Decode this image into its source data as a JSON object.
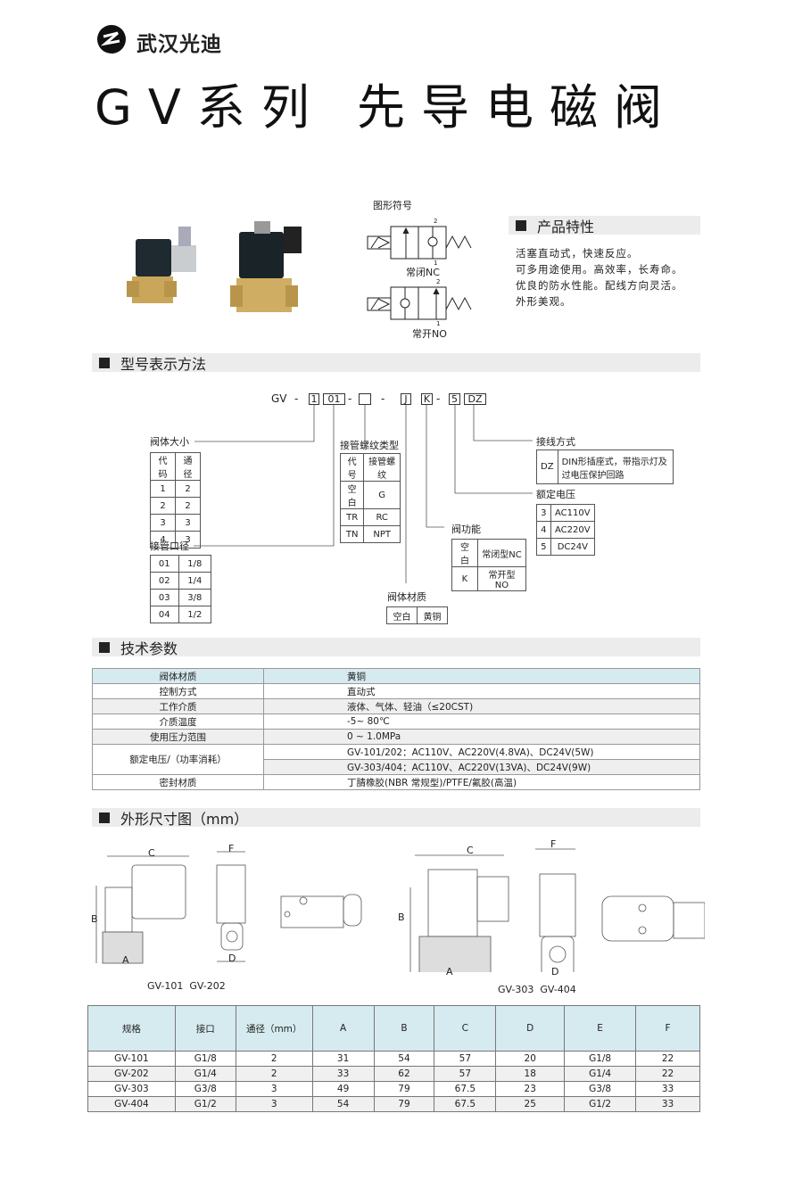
{
  "brand": {
    "name": "武汉光迪"
  },
  "title": "GV系列 先导电磁阀",
  "symbols": {
    "heading": "图形符号",
    "nc_label": "常闭NC",
    "no_label": "常开NO",
    "port_top": "2",
    "port_bottom": "1"
  },
  "features": {
    "heading": "产品特性",
    "lines": [
      "活塞直动式，快速反应。",
      "可多用途使用。高效率，长寿命。",
      "优良的防水性能。配线方向灵活。",
      "外形美观。"
    ]
  },
  "model": {
    "heading": "型号表示方法",
    "code": {
      "prefix": "GV",
      "sep": "-",
      "size": "1",
      "port": "01",
      "thread": "",
      "material": "J",
      "function": "K",
      "voltage": "5",
      "wiring": "DZ"
    },
    "body_size": {
      "label": "阀体大小",
      "headers": [
        "代码",
        "通径"
      ],
      "rows": [
        [
          "1",
          "2"
        ],
        [
          "2",
          "2"
        ],
        [
          "3",
          "3"
        ],
        [
          "4",
          "3"
        ]
      ]
    },
    "port_size": {
      "label": "接管口径",
      "rows": [
        [
          "01",
          "1/8"
        ],
        [
          "02",
          "1/4"
        ],
        [
          "03",
          "3/8"
        ],
        [
          "04",
          "1/2"
        ]
      ]
    },
    "thread_type": {
      "label": "接管螺纹类型",
      "headers": [
        "代号",
        "接管螺纹"
      ],
      "rows": [
        [
          "空白",
          "G"
        ],
        [
          "TR",
          "RC"
        ],
        [
          "TN",
          "NPT"
        ]
      ]
    },
    "body_material": {
      "label": "阀体材质",
      "rows": [
        [
          "空白",
          "黄铜"
        ]
      ]
    },
    "valve_function": {
      "label": "阀功能",
      "rows": [
        [
          "空白",
          "常闭型NC"
        ],
        [
          "K",
          "常开型NO"
        ]
      ]
    },
    "rated_voltage": {
      "label": "额定电压",
      "rows": [
        [
          "3",
          "AC110V"
        ],
        [
          "4",
          "AC220V"
        ],
        [
          "5",
          "DC24V"
        ]
      ]
    },
    "wiring": {
      "label": "接线方式",
      "rows": [
        [
          "DZ",
          "DIN形插座式，带指示灯及过电压保护回路"
        ]
      ]
    }
  },
  "tech": {
    "heading": "技术参数",
    "rows": [
      [
        "阀体材质",
        "黄铜"
      ],
      [
        "控制方式",
        "直动式"
      ],
      [
        "工作介质",
        "液体、气体、轻油（≤20CST)"
      ],
      [
        "介质温度",
        "-5~ 80℃"
      ],
      [
        "使用压力范围",
        "0 ~ 1.0MPa"
      ]
    ],
    "voltage_label": "额定电压/（功率消耗）",
    "voltage_values": [
      "GV-101/202：AC110V、AC220V(4.8VA)、DC24V(5W)",
      "GV-303/404：AC110V、AC220V(13VA)、DC24V(9W)"
    ],
    "seal": [
      "密封材质",
      "丁腈橡胶(NBR 常规型)/PTFE/氟胶(高温)"
    ]
  },
  "dimensions": {
    "heading": "外形尺寸图（mm）",
    "caption_small": "GV-101  GV-202",
    "caption_large": "GV-303  GV-404",
    "dim_letters": {
      "a": "A",
      "b": "B",
      "c": "C",
      "d": "D",
      "f": "F"
    },
    "headers": [
      "规格",
      "接口",
      "通径（mm）",
      "A",
      "B",
      "C",
      "D",
      "E",
      "F"
    ],
    "rows": [
      [
        "GV-101",
        "G1/8",
        "2",
        "31",
        "54",
        "57",
        "20",
        "G1/8",
        "22"
      ],
      [
        "GV-202",
        "G1/4",
        "2",
        "33",
        "62",
        "57",
        "18",
        "G1/4",
        "22"
      ],
      [
        "GV-303",
        "G3/8",
        "3",
        "49",
        "79",
        "67.5",
        "23",
        "G3/8",
        "33"
      ],
      [
        "GV-404",
        "G1/2",
        "3",
        "54",
        "79",
        "67.5",
        "25",
        "G1/2",
        "33"
      ]
    ]
  }
}
